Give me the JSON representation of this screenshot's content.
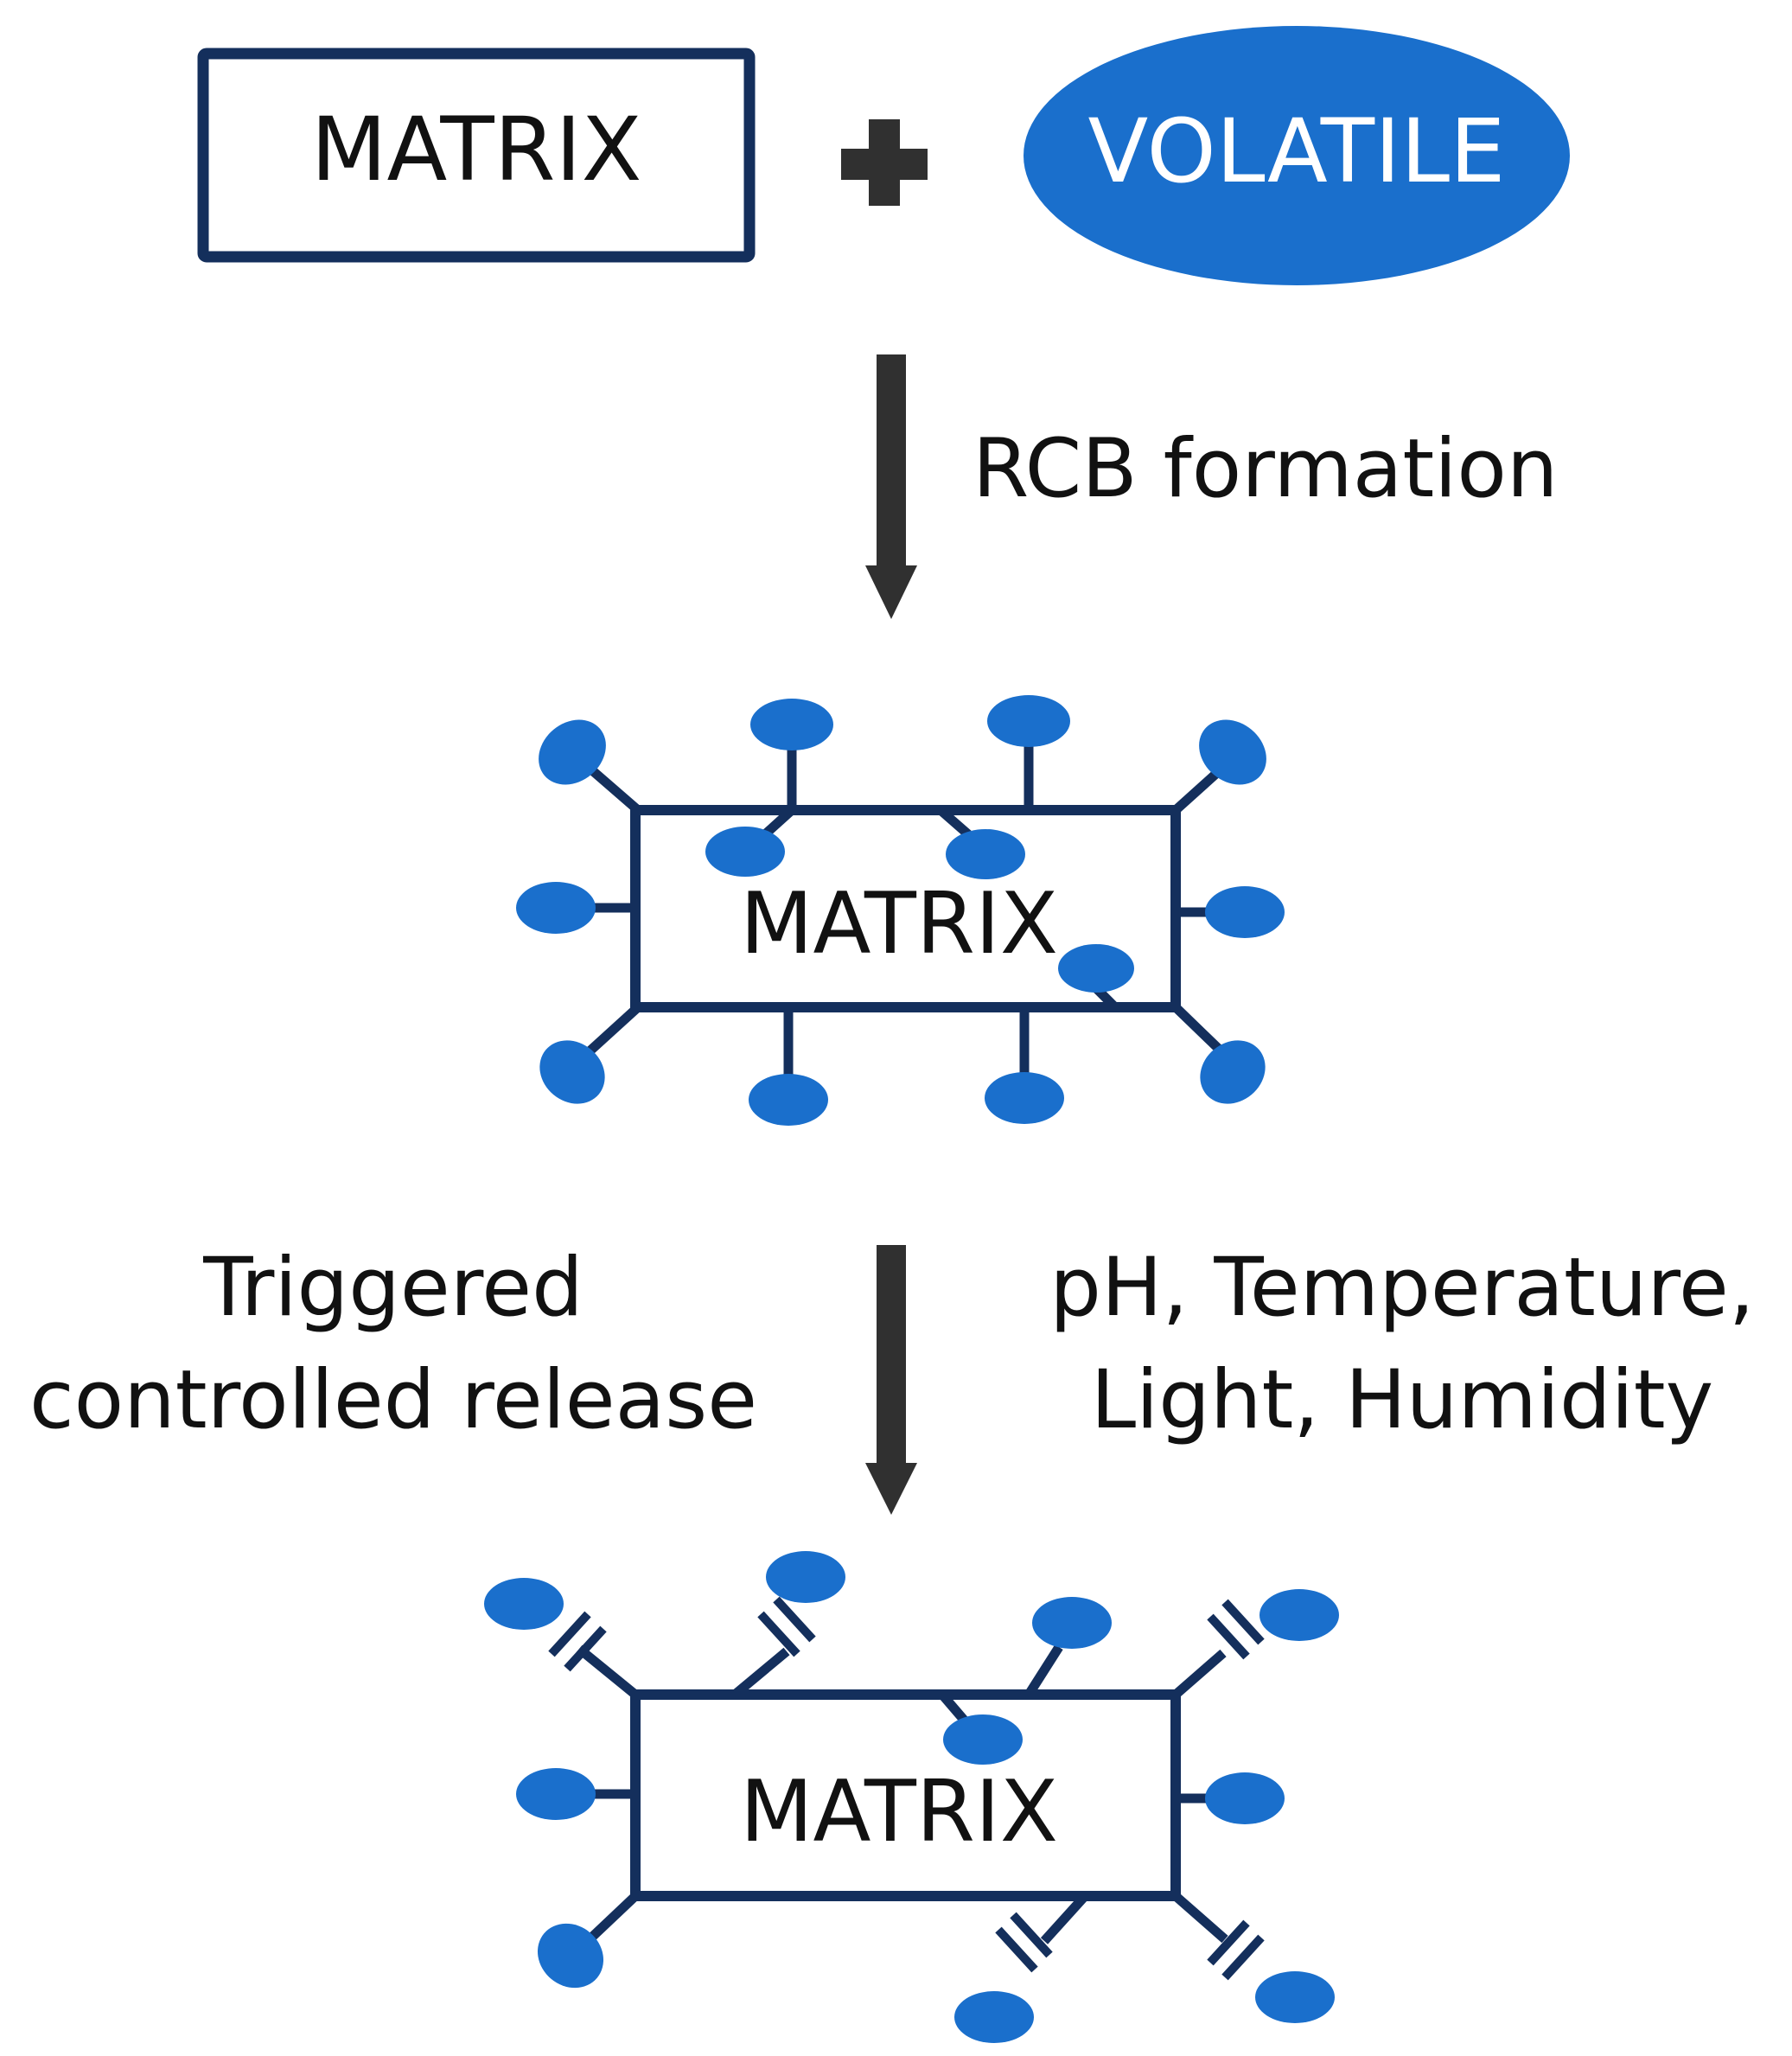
{
  "colors": {
    "navy": "#142f5c",
    "blue": "#1a6fcc",
    "arrow": "#303030",
    "text": "#111111",
    "white": "#ffffff"
  },
  "top": {
    "matrix_label": "MATRIX",
    "plus_symbol": "+",
    "volatile_label": "VOLATILE"
  },
  "step1": {
    "arrow_label": "RCB formation"
  },
  "bound_state": {
    "matrix_label": "MATRIX"
  },
  "step2": {
    "left_line1": "Triggered",
    "left_line2": "controlled release",
    "right_line1": "pH, Temperature,",
    "right_line2": "Light, Humidity"
  },
  "released_state": {
    "matrix_label": "MATRIX"
  }
}
